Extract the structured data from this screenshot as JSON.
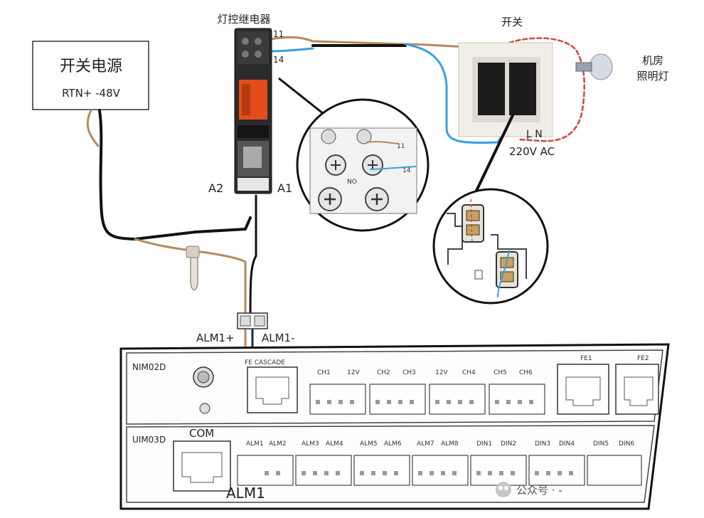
{
  "power_supply": {
    "title": "开关电源",
    "terminals": "RTN+ -48V"
  },
  "relay": {
    "title": "灯控继电器",
    "pin_11": "11",
    "pin_14": "14",
    "pin_a2": "A2",
    "pin_a1": "A1",
    "detail_pin_11": "11",
    "detail_pin_14": "14",
    "detail_no": "NO"
  },
  "switch": {
    "title": "开关",
    "line_labels": "L  N",
    "voltage": "220V AC"
  },
  "lamp": {
    "line1": "机房",
    "line2": "照明灯"
  },
  "alarm_wires": {
    "plus": "ALM1+",
    "minus": "ALM1-"
  },
  "device": {
    "module_top": "NIM02D",
    "module_bottom": "UIM03D",
    "com_label": "COM",
    "fe_cascade": "FE CASCADE",
    "fe1": "FE1",
    "fe2": "FE2",
    "top_ports": [
      "CH1",
      "12V",
      "CH2",
      "CH3",
      "12V",
      "CH4",
      "CH5",
      "CH6"
    ],
    "bottom_ports": [
      "ALM1",
      "ALM2",
      "ALM3",
      "ALM4",
      "ALM5",
      "ALM6",
      "ALM7",
      "ALM8",
      "DIN1",
      "DIN2",
      "DIN3",
      "DIN4",
      "DIN5",
      "DIN6"
    ],
    "alm1_callout": "ALM1"
  },
  "watermark": "公众号 · -"
}
